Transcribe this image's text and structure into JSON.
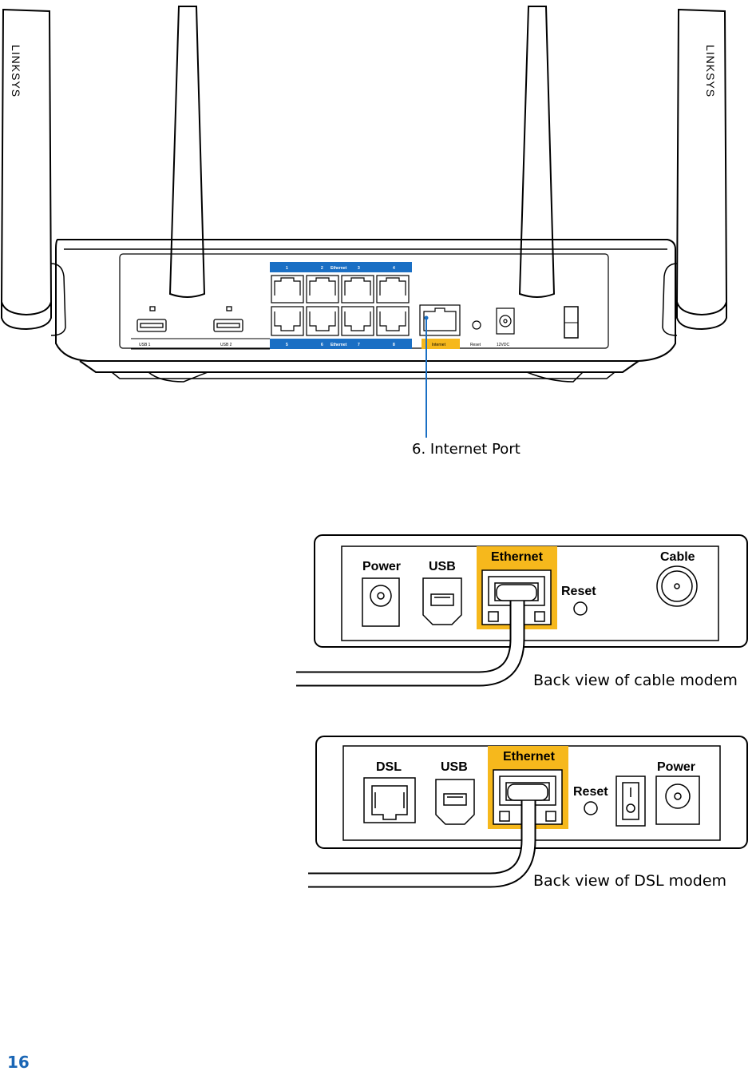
{
  "router": {
    "brand": "LINKSYS",
    "usb_ports": [
      "USB 1",
      "USB 2"
    ],
    "ethernet_top_numbers": [
      "1",
      "2",
      "3",
      "4"
    ],
    "ethernet_bottom_numbers": [
      "5",
      "6",
      "7",
      "8"
    ],
    "ethernet_label": "Ethernet",
    "internet_label": "Internet",
    "reset_label": "Reset",
    "power_label": "12VDC",
    "callout": "6. Internet Port"
  },
  "cable_modem": {
    "labels": {
      "power": "Power",
      "usb": "USB",
      "ethernet": "Ethernet",
      "reset": "Reset",
      "cable": "Cable"
    },
    "caption": "Back view of cable modem"
  },
  "dsl_modem": {
    "labels": {
      "dsl": "DSL",
      "usb": "USB",
      "ethernet": "Ethernet",
      "reset": "Reset",
      "power": "Power"
    },
    "caption": "Back view of DSL modem"
  },
  "colors": {
    "ethernet_blue": "#1a6fc4",
    "highlight_yellow": "#f6b81c",
    "callout_line": "#1a6fc4",
    "page_number": "#1a66b5"
  },
  "page_number": "16"
}
